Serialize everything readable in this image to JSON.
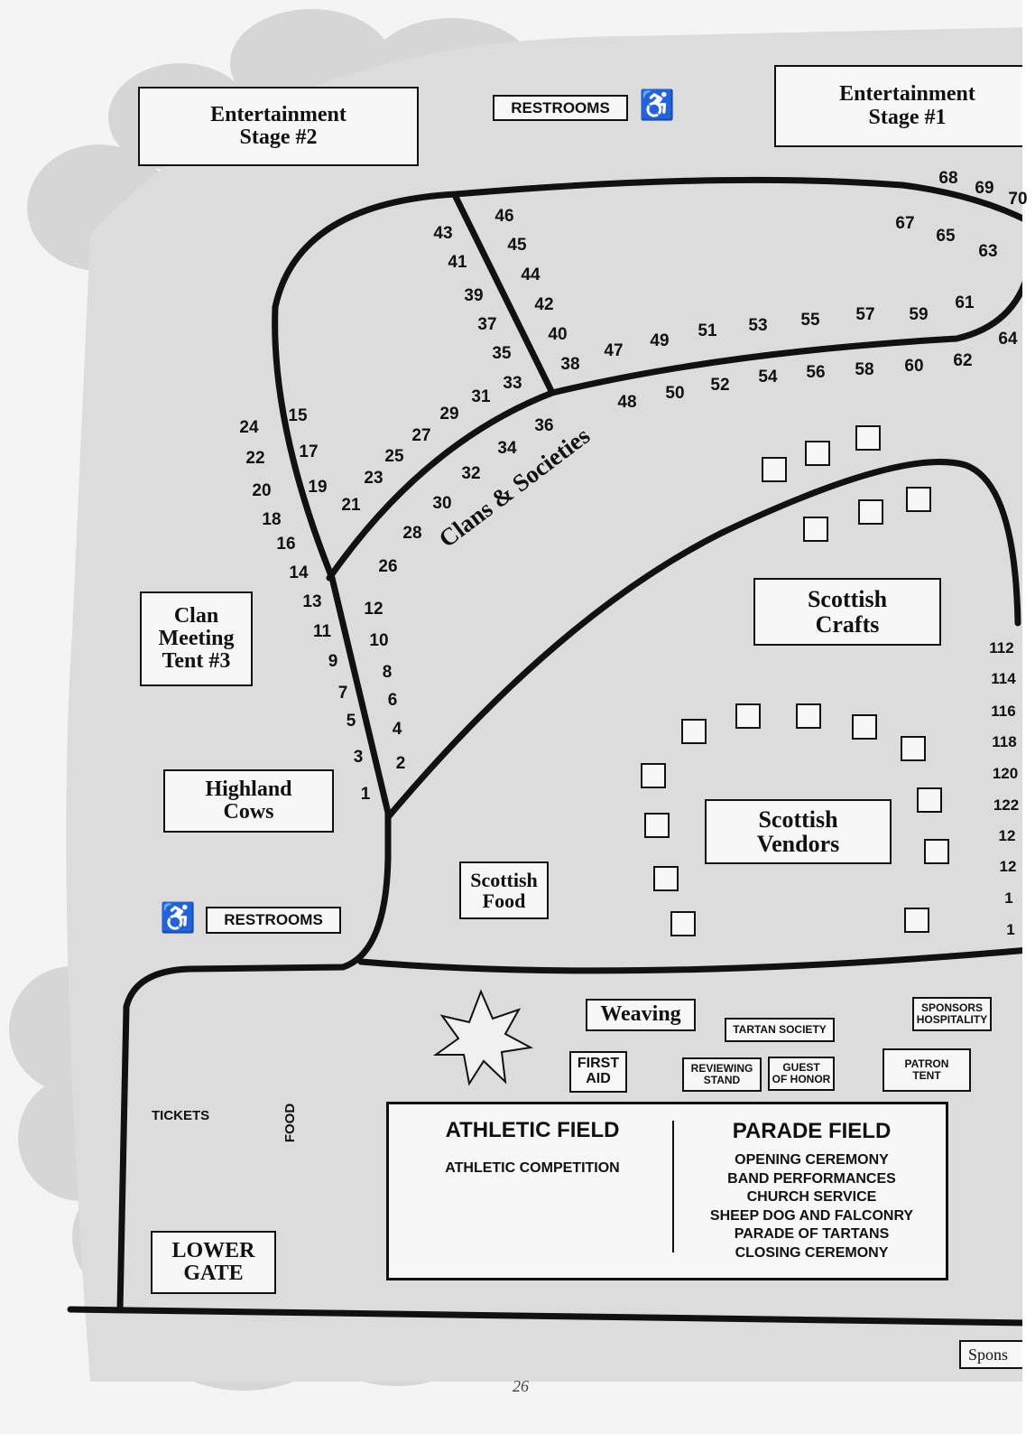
{
  "venues": {
    "stage2": [
      "Entertainment",
      "Stage #2"
    ],
    "stage1": [
      "Entertainment",
      "Stage #1"
    ],
    "restrooms_top": "RESTROOMS",
    "restrooms_bottom": "RESTROOMS",
    "clan_tent": [
      "Clan",
      "Meeting",
      "Tent #3"
    ],
    "highland_cows": [
      "Highland",
      "Cows"
    ],
    "scottish_food": [
      "Scottish",
      "Food"
    ],
    "scottish_crafts": [
      "Scottish",
      "Crafts"
    ],
    "scottish_vendors": [
      "Scottish",
      "Vendors"
    ],
    "clans_societies": "Clans & Societies",
    "weaving": "Weaving",
    "tartan_society": "TARTAN SOCIETY",
    "sponsors_hospitality": [
      "SPONSORS",
      "HOSPITALITY"
    ],
    "first_aid": [
      "FIRST",
      "AID"
    ],
    "reviewing_stand": [
      "REVIEWING",
      "STAND"
    ],
    "guest_of_honor": [
      "GUEST",
      "OF HONOR"
    ],
    "patron_tent": [
      "PATRON",
      "TENT"
    ],
    "tickets": "TICKETS",
    "food": "FOOD",
    "lower_gate": [
      "LOWER",
      "GATE"
    ],
    "sponsors_cut": "Spons"
  },
  "fields": {
    "athletic_title": "ATHLETIC FIELD",
    "athletic_items": [
      "ATHLETIC COMPETITION"
    ],
    "parade_title": "PARADE FIELD",
    "parade_items": [
      "OPENING CEREMONY",
      "BAND PERFORMANCES",
      "CHURCH SERVICE",
      "SHEEP DOG AND FALCONRY",
      "PARADE OF TARTANS",
      "CLOSING CEREMONY"
    ]
  },
  "booths": [
    "24",
    "22",
    "20",
    "18",
    "16",
    "14",
    "15",
    "17",
    "19",
    "21",
    "13",
    "11",
    "9",
    "7",
    "5",
    "3",
    "1",
    "12",
    "10",
    "8",
    "6",
    "4",
    "2",
    "26",
    "28",
    "30",
    "32",
    "34",
    "36",
    "23",
    "25",
    "27",
    "29",
    "31",
    "33",
    "35",
    "37",
    "39",
    "41",
    "43",
    "46",
    "45",
    "44",
    "42",
    "40",
    "38",
    "47",
    "49",
    "51",
    "53",
    "55",
    "57",
    "59",
    "61",
    "48",
    "50",
    "52",
    "54",
    "56",
    "58",
    "60",
    "62",
    "64",
    "67",
    "65",
    "63",
    "68",
    "69",
    "70",
    "112",
    "114",
    "116",
    "118",
    "120",
    "122",
    "12",
    "12",
    "1",
    "1"
  ],
  "page_number": "26",
  "icons": {
    "wheelchair": "accessible-icon",
    "star": "star-landmark-icon"
  }
}
